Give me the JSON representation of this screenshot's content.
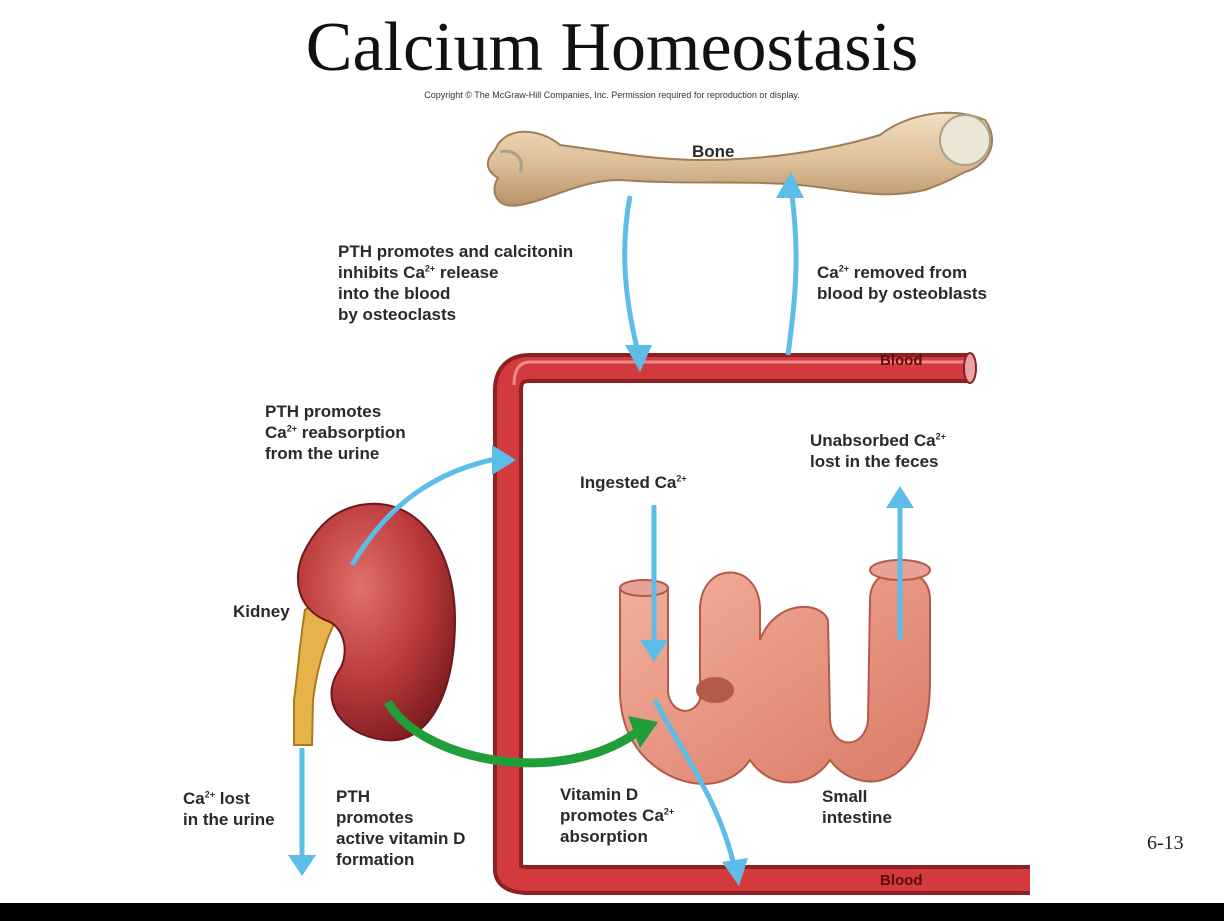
{
  "title": "Calcium Homeostasis",
  "copyright": "Copyright © The McGraw-Hill Companies, Inc. Permission required for reproduction or display.",
  "labels": {
    "bone": "Bone",
    "blood_top": "Blood",
    "blood_bottom": "Blood",
    "kidney": "Kidney",
    "small_intestine": [
      "Small",
      "intestine"
    ],
    "pth_bone": [
      "PTH promotes and calcitonin",
      "inhibits Ca",
      " release",
      "into the blood",
      "by osteoclasts"
    ],
    "osteoblasts": [
      "Ca",
      " removed from",
      "blood by osteoblasts"
    ],
    "pth_kidney": [
      "PTH promotes",
      "Ca",
      " reabsorption",
      "from the urine"
    ],
    "unabsorbed": [
      "Unabsorbed Ca",
      "lost in the feces"
    ],
    "ingested": "Ingested Ca",
    "urine_lost": [
      "Ca",
      " lost",
      "in the urine"
    ],
    "pth_vitd": [
      "PTH",
      "promotes",
      "active vitamin D",
      "formation"
    ],
    "vitd_absorb": [
      "Vitamin D",
      "promotes Ca",
      "absorption"
    ],
    "charge": "2+"
  },
  "slide_number": "6-13",
  "colors": {
    "blood_vessel": "#c42a30",
    "ca_arrow": "#5bbde8",
    "vitd_arrow": "#1f9e3a",
    "bone": "#e0c4a0",
    "kidney": "#b8383a",
    "intestine": "#e8907d",
    "ureter": "#e8b24a"
  }
}
